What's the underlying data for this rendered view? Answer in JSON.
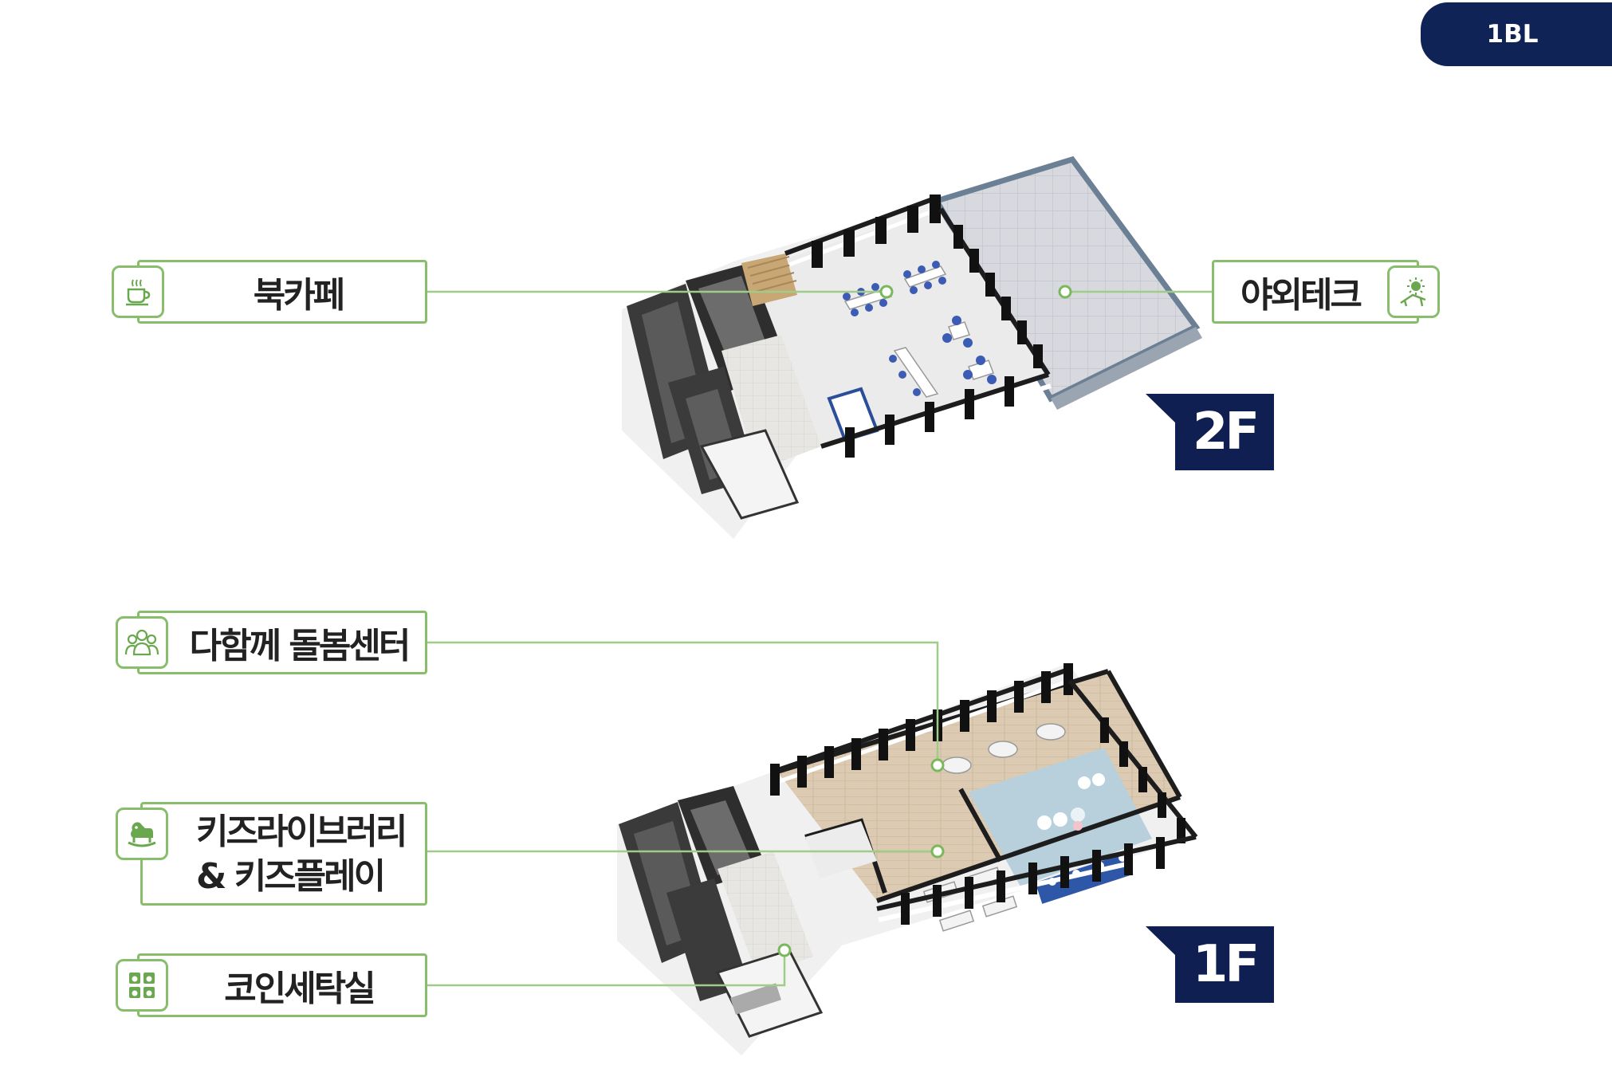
{
  "block": {
    "label": "1BL"
  },
  "floors": {
    "second": {
      "badge": "2F",
      "facilities": {
        "book_cafe": {
          "label": "북카페",
          "icon": "coffee-cup-icon"
        },
        "outdoor_tech": {
          "label": "야외테크",
          "icon": "sun-lounger-icon"
        }
      }
    },
    "first": {
      "badge": "1F",
      "facilities": {
        "care_center": {
          "label": "다함께 돌봄센터",
          "icon": "people-group-icon"
        },
        "kids_library_line1": {
          "label": "키즈라이브러리",
          "icon": "rocking-horse-icon"
        },
        "kids_library_line2": {
          "label": "& 키즈플레이"
        },
        "laundry": {
          "label": "코인세탁실",
          "icon": "washing-machines-icon"
        }
      }
    }
  },
  "colors": {
    "navy": "#0f2356",
    "badge_navy": "#0f1f52",
    "callout_green": "#88bd6c",
    "leader_line": "#9fcc86",
    "wall_dark": "#2c2c2c"
  }
}
